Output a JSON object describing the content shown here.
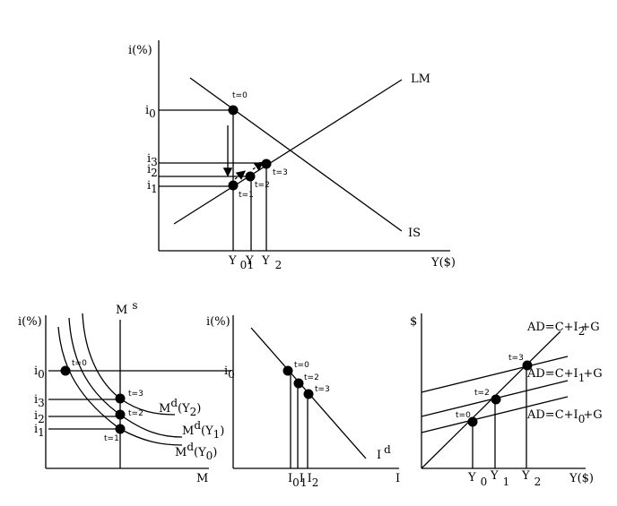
{
  "islm": {
    "y_axis": "i(%)",
    "x_axis": "Y($)",
    "lm": "LM",
    "is": "IS",
    "rates": [
      {
        "m": "i",
        "s": "0"
      },
      {
        "m": "i",
        "s": "1"
      },
      {
        "m": "i",
        "s": "2"
      },
      {
        "m": "i",
        "s": "3"
      }
    ],
    "outputs": [
      {
        "m": "Y",
        "s": "0"
      },
      {
        "m": "Y",
        "s": "1"
      },
      {
        "m": "Y",
        "s": "2"
      }
    ],
    "points": [
      "t=0",
      "t=1",
      "t=2",
      "t=3"
    ]
  },
  "money": {
    "y_axis": "i(%)",
    "x_axis": "M",
    "supply": "M",
    "supply_sup": "s",
    "rates": [
      {
        "m": "i",
        "s": "0"
      },
      {
        "m": "i",
        "s": "1"
      },
      {
        "m": "i",
        "s": "2"
      },
      {
        "m": "i",
        "s": "3"
      }
    ],
    "curves": [
      {
        "m": "M",
        "sup": "d",
        "arg": "(Y",
        "s": "0",
        ")": ")"
      },
      {
        "m": "M",
        "sup": "d",
        "arg": "(Y",
        "s": "1",
        ")": ")"
      },
      {
        "m": "M",
        "sup": "d",
        "arg": "(Y",
        "s": "2",
        ")": ")"
      }
    ],
    "points": [
      "t=0",
      "t=1",
      "t=2",
      "t=3"
    ]
  },
  "investment": {
    "y_axis": "i(%)",
    "x_axis": "I",
    "curve": "I",
    "curve_sup": "d",
    "rate": {
      "m": "i",
      "s": "0"
    },
    "levels": [
      {
        "m": "I",
        "s": "0"
      },
      {
        "m": "I",
        "s": "1"
      },
      {
        "m": "I",
        "s": "2"
      }
    ],
    "points": [
      "t=0",
      "t=2",
      "t=3"
    ]
  },
  "keynesian": {
    "y_axis": "$",
    "x_axis": "Y($)",
    "ad_lines": [
      {
        "pre": "AD=C+I",
        "s": "0",
        "post": "+G"
      },
      {
        "pre": "AD=C+I",
        "s": "1",
        "post": "+G"
      },
      {
        "pre": "AD=C+I",
        "s": "2",
        "post": "+G"
      }
    ],
    "outputs": [
      {
        "m": "Y",
        "s": "0"
      },
      {
        "m": "Y",
        "s": "1"
      },
      {
        "m": "Y",
        "s": "2"
      }
    ],
    "points": [
      "t=0",
      "t=2",
      "t=3"
    ]
  }
}
